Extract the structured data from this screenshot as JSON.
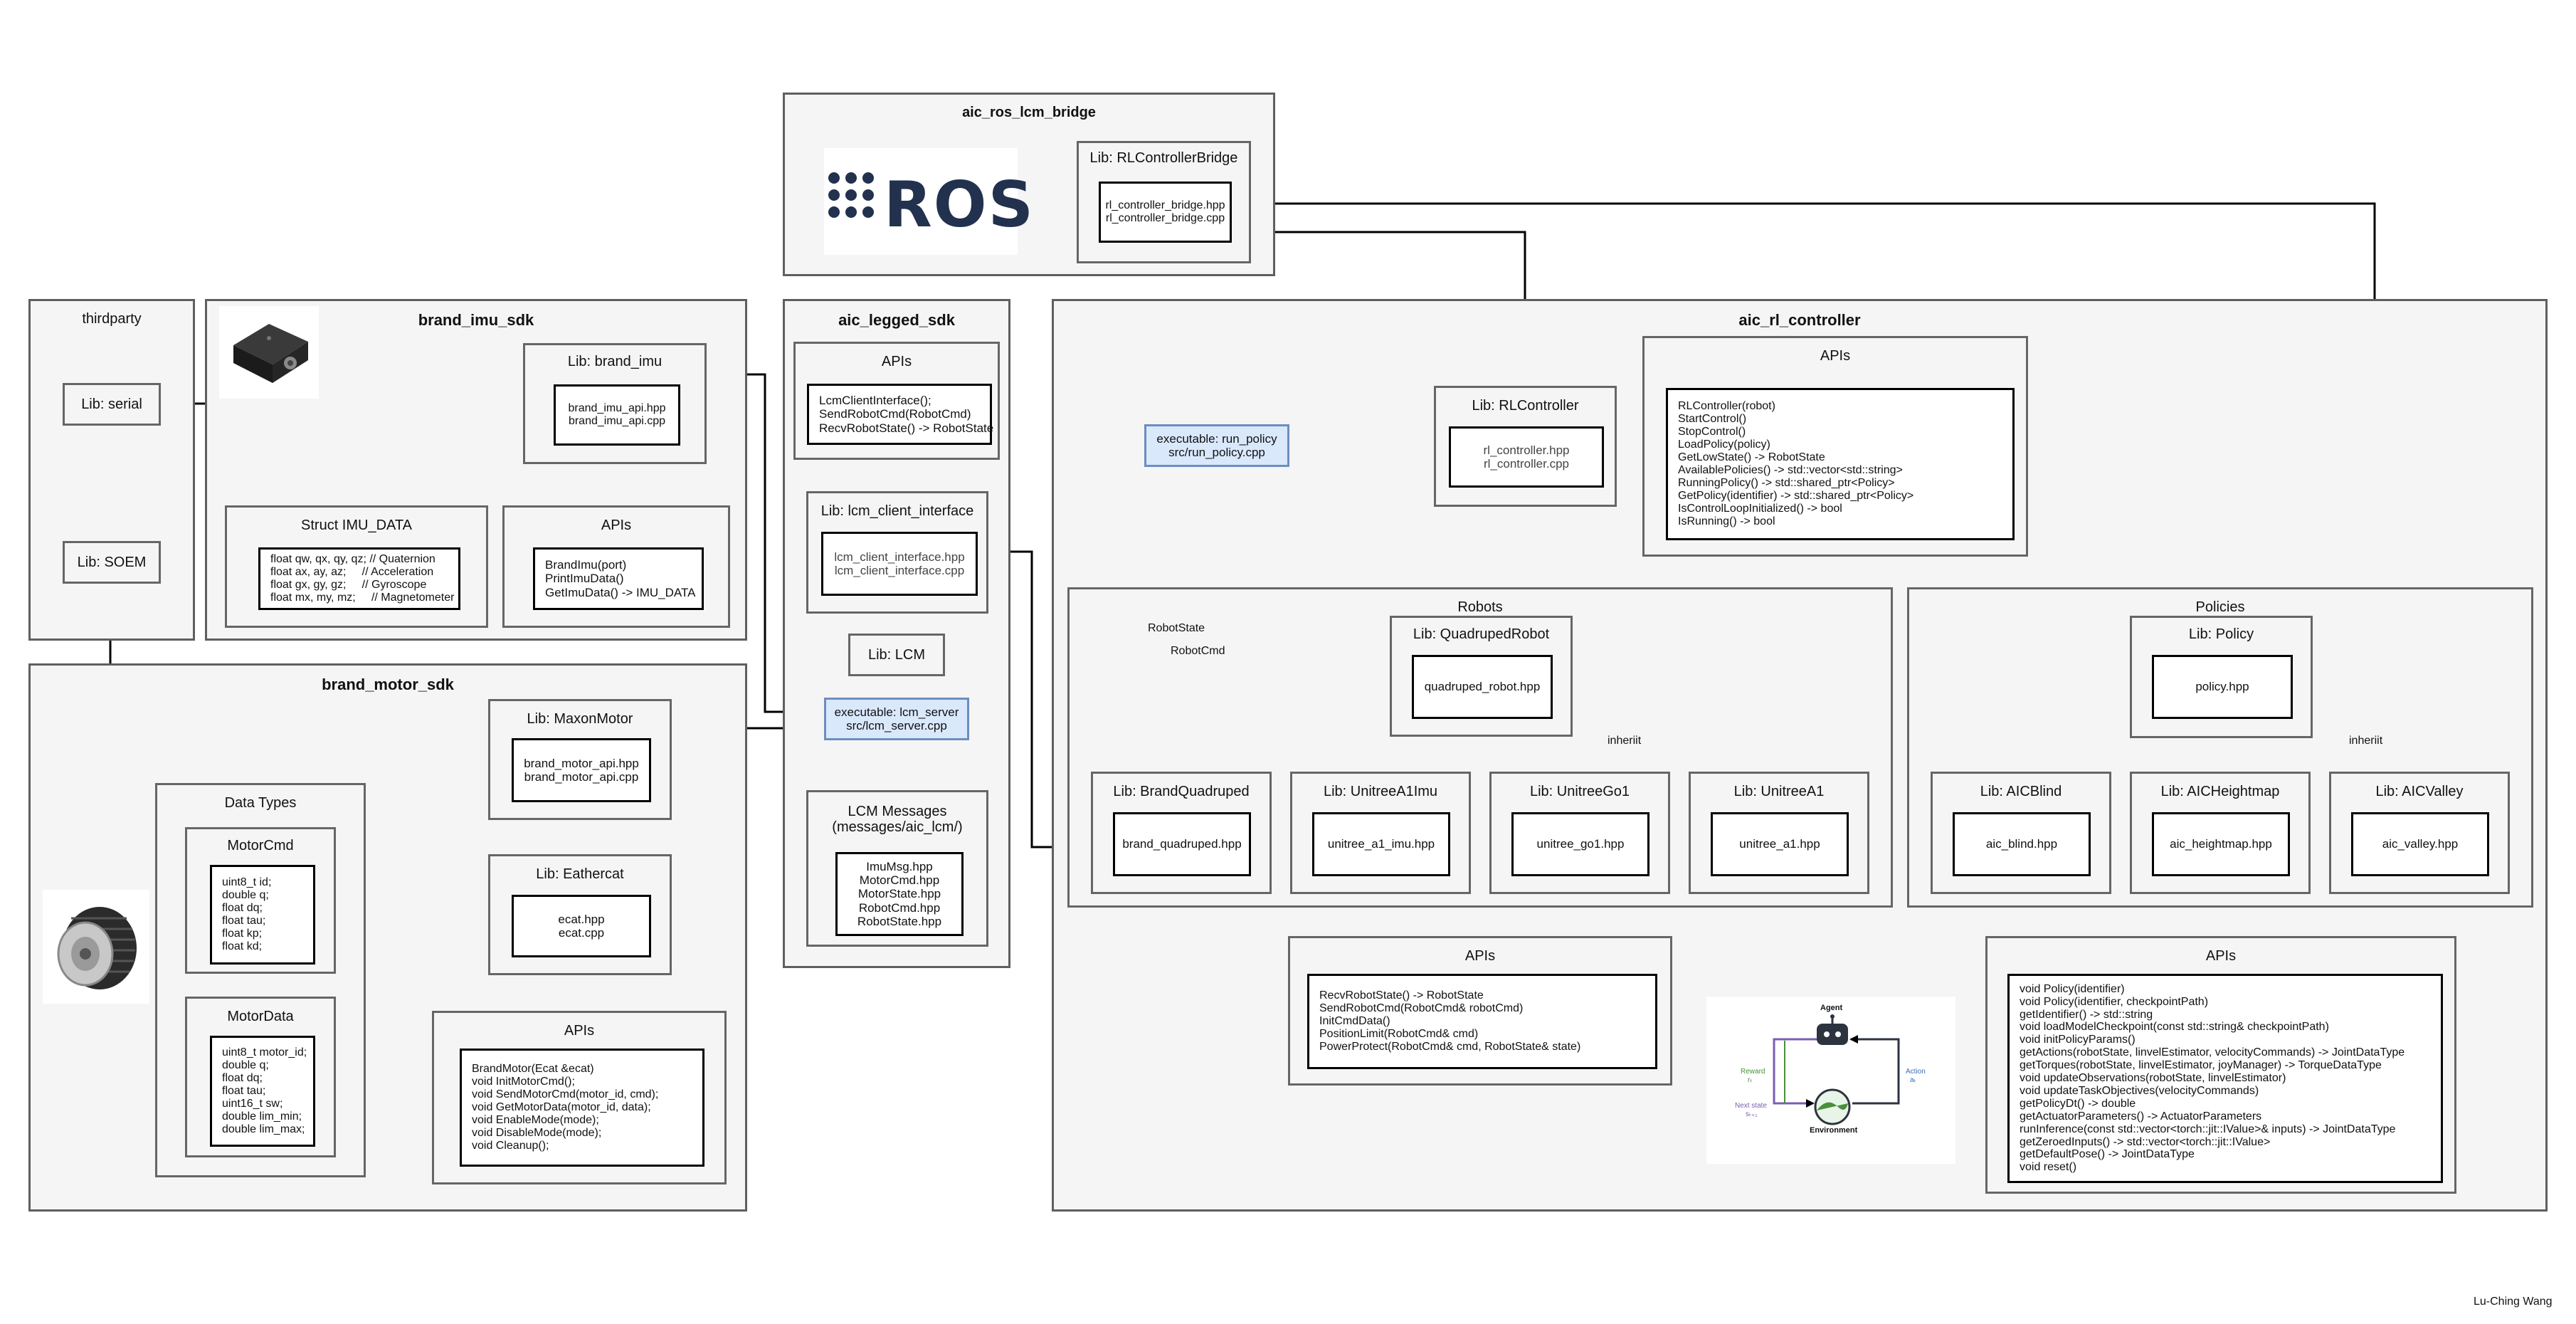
{
  "bridge": {
    "title": "aic_ros_lcm_bridge",
    "ros_logo_text": "ROS",
    "lib_title": "Lib: RLControllerBridge",
    "files": [
      "rl_controller_bridge.hpp",
      "rl_controller_bridge.cpp"
    ]
  },
  "thirdparty": {
    "title": "thirdparty",
    "serial": "Lib: serial",
    "soem": "Lib: SOEM"
  },
  "imu_sdk": {
    "title": "brand_imu_sdk",
    "lib_title": "Lib: brand_imu",
    "lib_files": [
      "brand_imu_api.hpp",
      "brand_imu_api.cpp"
    ],
    "struct_title": "Struct IMU_DATA",
    "struct_lines": [
      "float qw, qx, qy, qz; // Quaternion",
      "float ax, ay, az;     // Acceleration",
      "float gx, gy, gz;     // Gyroscope",
      "float mx, my, mz;     // Magnetometer"
    ],
    "apis_title": "APIs",
    "apis_lines": [
      "BrandImu(port)",
      "PrintImuData()",
      "GetImuData() -> IMU_DATA"
    ]
  },
  "legged_sdk": {
    "title": "aic_legged_sdk",
    "apis_title": "APIs",
    "apis_lines": [
      "LcmClientInterface();",
      "SendRobotCmd(RobotCmd)",
      "RecvRobotState() -> RobotState"
    ],
    "client_title": "Lib: lcm_client_interface",
    "client_files": [
      "lcm_client_interface.hpp",
      "lcm_client_interface.cpp"
    ],
    "lcm": "Lib: LCM",
    "server_lines": [
      "executable: lcm_server",
      "src/lcm_server.cpp"
    ],
    "msgs_title_lines": [
      "LCM Messages",
      "(messages/aic_lcm/)"
    ],
    "msgs_files": [
      "ImuMsg.hpp",
      "MotorCmd.hpp",
      "MotorState.hpp",
      "RobotCmd.hpp",
      "RobotState.hpp"
    ]
  },
  "motor_sdk": {
    "title": "brand_motor_sdk",
    "maxon_title": "Lib: MaxonMotor",
    "maxon_files": [
      "brand_motor_api.hpp",
      "brand_motor_api.cpp"
    ],
    "ethercat_title": "Lib: Eathercat",
    "ethercat_files": [
      "ecat.hpp",
      "ecat.cpp"
    ],
    "datatypes_title": "Data Types",
    "motorcmd_title": "MotorCmd",
    "motorcmd_lines": [
      "uint8_t id;",
      "double q;",
      "float dq;",
      "float tau;",
      "float kp;",
      "float kd;"
    ],
    "motordata_title": "MotorData",
    "motordata_lines": [
      "uint8_t motor_id;",
      "double q;",
      "float dq;",
      "float tau;",
      "uint16_t sw;",
      "double lim_min;",
      "double lim_max;"
    ],
    "apis_title": "APIs",
    "apis_lines": [
      "BrandMotor(Ecat &ecat)",
      "void InitMotorCmd();",
      "void SendMotorCmd(motor_id, cmd);",
      "void GetMotorData(motor_id, data);",
      "void EnableMode(mode);",
      "void DisableMode(mode);",
      "void Cleanup();"
    ]
  },
  "rl": {
    "title": "aic_rl_controller",
    "run_policy_lines": [
      "executable: run_policy",
      "src/run_policy.cpp"
    ],
    "lib_title": "Lib: RLController",
    "lib_files": [
      "rl_controller.hpp",
      "rl_controller.cpp"
    ],
    "apis_title": "APIs",
    "apis_lines": [
      "RLController(robot)",
      "StartControl()",
      "StopControl()",
      "LoadPolicy(policy)",
      "GetLowState() -> RobotState",
      "AvailablePolicies() -> std::vector<std::string>",
      "RunningPolicy() -> std::shared_ptr<Policy>",
      "GetPolicy(identifier) -> std::shared_ptr<Policy>",
      "IsControlLoopInitialized() -> bool",
      "IsRunning() -> bool"
    ],
    "robots": {
      "title": "Robots",
      "robot_state": "RobotState",
      "robot_cmd": "RobotCmd",
      "quadruped_title": "Lib: QuadrupedRobot",
      "quadruped_file": "quadruped_robot.hpp",
      "inherit": "inheriit",
      "children": [
        {
          "title": "Lib: BrandQuadruped",
          "file": "brand_quadruped.hpp"
        },
        {
          "title": "Lib: UnitreeA1Imu",
          "file": "unitree_a1_imu.hpp"
        },
        {
          "title": "Lib: UnitreeGo1",
          "file": "unitree_go1.hpp"
        },
        {
          "title": "Lib: UnitreeA1",
          "file": "unitree_a1.hpp"
        }
      ],
      "apis_title": "APIs",
      "apis_lines": [
        "RecvRobotState() -> RobotState",
        "SendRobotCmd(RobotCmd& robotCmd)",
        "InitCmdData()",
        "PositionLimit(RobotCmd& cmd)",
        "PowerProtect(RobotCmd& cmd, RobotState& state)"
      ]
    },
    "policies": {
      "title": "Policies",
      "policy_title": "Lib: Policy",
      "policy_file": "policy.hpp",
      "inherit": "inheriit",
      "children": [
        {
          "title": "Lib: AICBlind",
          "file": "aic_blind.hpp"
        },
        {
          "title": "Lib: AICHeightmap",
          "file": "aic_heightmap.hpp"
        },
        {
          "title": "Lib: AICValley",
          "file": "aic_valley.hpp"
        }
      ],
      "apis_title": "APIs",
      "apis_lines": [
        "void Policy(identifier)",
        "void Policy(identifier, checkpointPath)",
        "getIdentifier() -> std::string",
        "void loadModelCheckpoint(const std::string& checkpointPath)",
        "void initPolicyParams()",
        "getActions(robotState, linvelEstimator, velocityCommands) -> JointDataType",
        "getTorques(robotState, linvelEstimator, joyManager) -> TorqueDataType",
        "void updateObservations(robotState, linvelEstimator)",
        "void updateTaskObjectives(velocityCommands)",
        "getPolicyDt() -> double",
        "getActuatorParameters() -> ActuatorParameters",
        "runInference(const std::vector<torch::jit::IValue>& inputs) -> JointDataType",
        "getZeroedInputs() -> std::vector<torch::jit::IValue>",
        "getDefaultPose() -> JointDataType",
        "void reset()"
      ]
    },
    "rl_diagram": {
      "agent": "Agent",
      "environment": "Environment",
      "reward": "Reward",
      "reward_sub": "rₜ",
      "next_state": "Next state",
      "next_state_sub": "sₜ₊₁",
      "action": "Action",
      "action_sub": "aₜ"
    }
  },
  "author": "Lu-Ching Wang"
}
